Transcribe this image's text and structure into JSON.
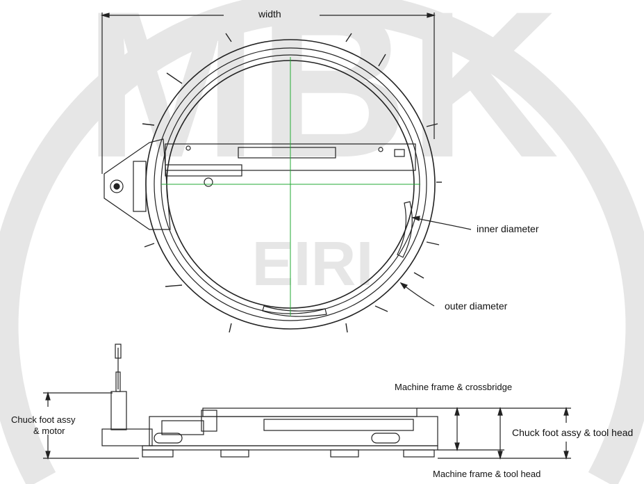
{
  "watermark": {
    "brand": "MBK",
    "center_text": "EIRI",
    "color": "#e6e6e6"
  },
  "top_view": {
    "dimensions": {
      "width": "width",
      "inner_diameter": "inner diameter",
      "outer_diameter": "outer diameter"
    },
    "centerline_color": "#22aa33"
  },
  "side_view": {
    "dimensions": {
      "chuck_foot_motor_line1": "Chuck foot assy",
      "chuck_foot_motor_line2": "& motor",
      "frame_crossbridge": "Machine frame & crossbridge",
      "chuck_foot_tool_head": "Chuck foot assy & tool head",
      "frame_tool_head": "Machine frame & tool head"
    }
  },
  "colors": {
    "line": "#222222",
    "background": "#ffffff"
  }
}
